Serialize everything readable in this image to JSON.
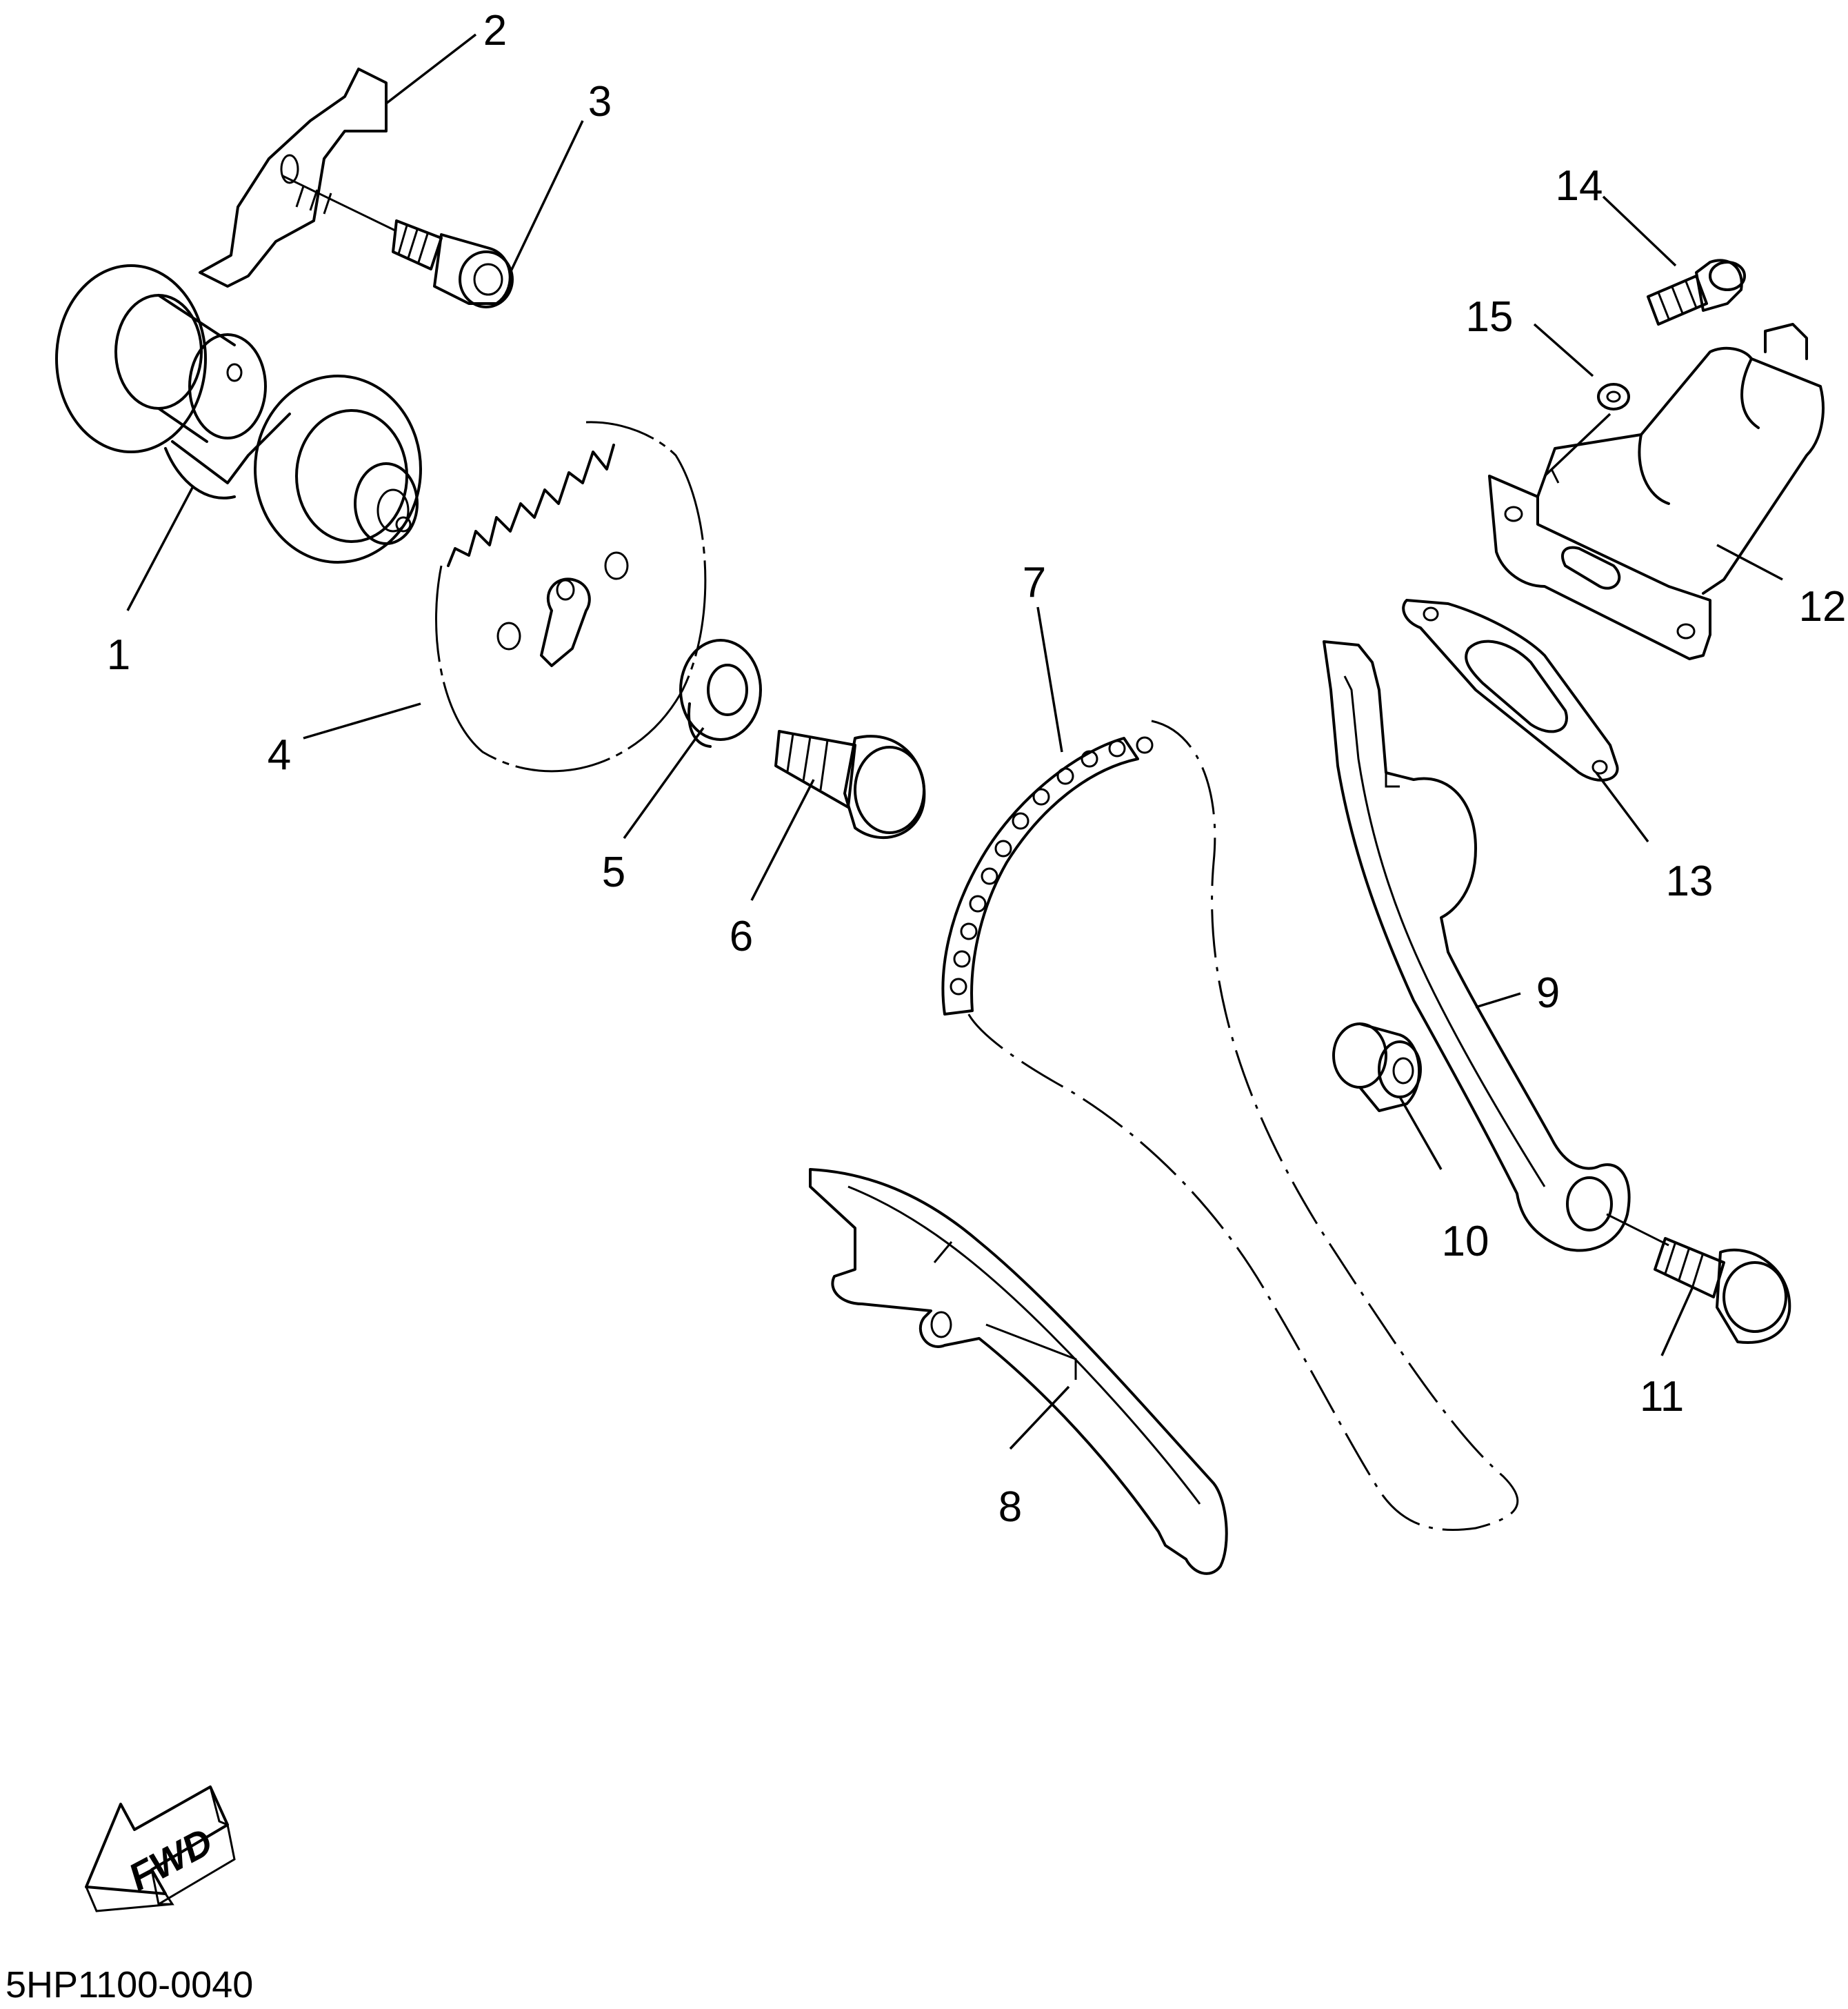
{
  "diagram": {
    "callouts": [
      {
        "id": 1,
        "label": "1"
      },
      {
        "id": 2,
        "label": "2"
      },
      {
        "id": 3,
        "label": "3"
      },
      {
        "id": 4,
        "label": "4"
      },
      {
        "id": 5,
        "label": "5"
      },
      {
        "id": 6,
        "label": "6"
      },
      {
        "id": 7,
        "label": "7"
      },
      {
        "id": 8,
        "label": "8"
      },
      {
        "id": 9,
        "label": "9"
      },
      {
        "id": 10,
        "label": "10"
      },
      {
        "id": 11,
        "label": "11"
      },
      {
        "id": 12,
        "label": "12"
      },
      {
        "id": 13,
        "label": "13"
      },
      {
        "id": 14,
        "label": "14"
      },
      {
        "id": 15,
        "label": "15"
      }
    ],
    "direction_label": "FWD",
    "drawing_code": "5HP1100-0040"
  }
}
